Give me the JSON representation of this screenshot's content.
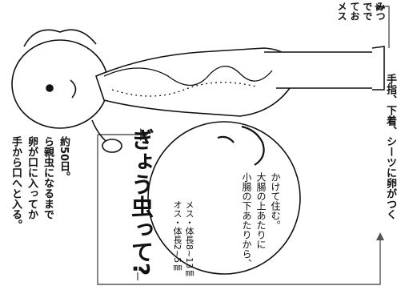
{
  "title": "ぎょう虫って?",
  "info_circle": {
    "size_note": [
      "オス・体長2~5㎜",
      "メス・体長8~13㎜"
    ],
    "habitat": [
      "小腸の下あたりから、",
      "大腸の上あたりに",
      "かけて住む。"
    ]
  },
  "left_note": [
    "手から口へと入る。",
    "卵が口に入ってか",
    "ら親虫になるまで",
    "約50日。"
  ],
  "bottom_note": "手指、下着、シーツに卵がつく",
  "top_right_note": [
    "メス",
    "てお",
    "でで",
    "みつ"
  ]
}
